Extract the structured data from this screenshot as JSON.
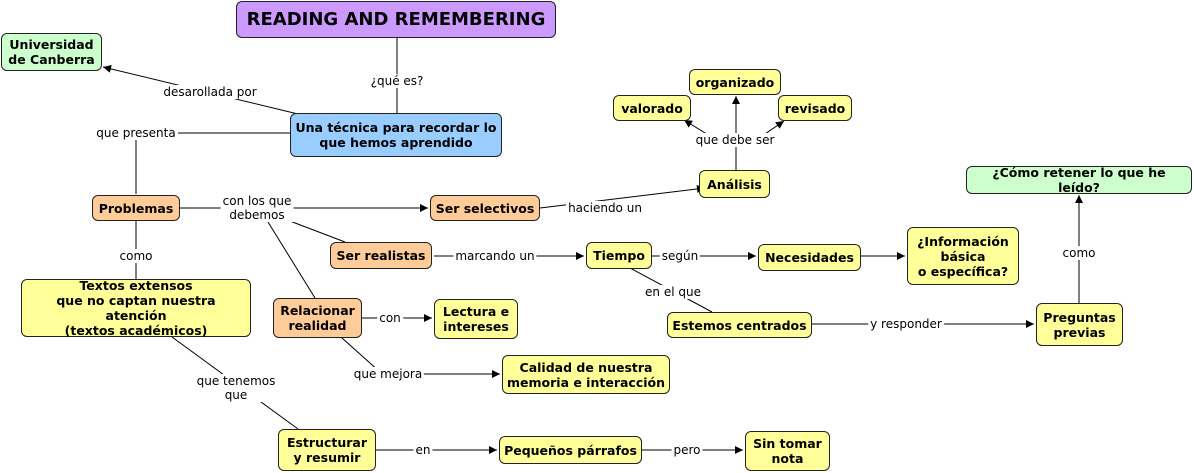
{
  "nodes": {
    "title": "READING AND REMEMBERING",
    "universidad": "Universidad\nde Canberra",
    "tecnica": "Una técnica para recordar lo\nque hemos aprendido",
    "organizado": "organizado",
    "valorado": "valorado",
    "revisado": "revisado",
    "analisis": "Análisis",
    "como_retener": "¿Cómo retener lo que he leído?",
    "problemas": "Problemas",
    "ser_selectivos": "Ser selectivos",
    "ser_realistas": "Ser realistas",
    "tiempo": "Tiempo",
    "necesidades": "Necesidades",
    "informacion": "¿Información\nbásica\no específica?",
    "textos": "Textos extensos\nque no captan nuestra atención\n(textos académicos)",
    "relacionar": "Relacionar\nrealidad",
    "lectura": "Lectura e\nintereses",
    "estemos": "Estemos centrados",
    "preguntas": "Preguntas\nprevias",
    "calidad": "Calidad de nuestra\nmemoria e interacción",
    "estructurar": "Estructurar\ny resumir",
    "pequenos": "Pequeños párrafos",
    "sin_tomar": "Sin tomar\nnota"
  },
  "links": {
    "que_es": "¿qué es?",
    "desarollada_por": "desarollada por",
    "que_presenta": "que presenta",
    "que_debe_ser": "que debe ser",
    "con_los_que_debemos": "con los que\ndebemos",
    "haciendo_un": "haciendo un",
    "marcando_un": "marcando un",
    "segun": "según",
    "en_el_que": "en el que",
    "como_1": "como",
    "como_2": "como",
    "con": "con",
    "y_responder": "y responder",
    "que_mejora": "que mejora",
    "que_tenemos_que": "que tenemos\nque",
    "en": "en",
    "pero": "pero"
  },
  "colors": {
    "title": "#cc99ff",
    "concept_yellow": "#ffff99",
    "concept_orange": "#ffcc99",
    "concept_green": "#ccffcc",
    "concept_blue": "#99ccff"
  }
}
